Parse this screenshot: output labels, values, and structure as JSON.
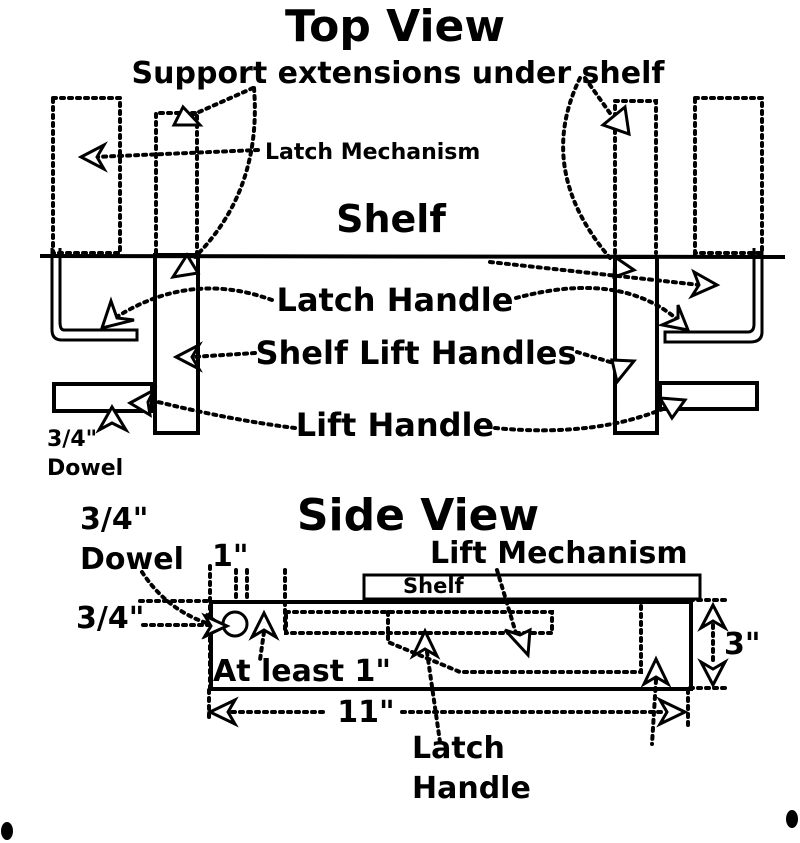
{
  "top_view": {
    "title": "Top View",
    "subtitle": "Support extensions under shelf",
    "latch_mechanism": "Latch Mechanism",
    "shelf": "Shelf",
    "latch_handle": "Latch Handle",
    "shelf_lift_handles": "Shelf Lift Handles",
    "lift_handle": "Lift Handle",
    "dowel_size": "3/4\"",
    "dowel_word": "Dowel"
  },
  "side_view": {
    "title": "Side View",
    "dowel_size": "3/4\"",
    "dowel_word": "Dowel",
    "one_inch": "1\"",
    "lift_mechanism": "Lift Mechanism",
    "shelf": "Shelf",
    "three_quarter": "3/4\"",
    "three_inch": "3\"",
    "at_least": "At least 1\"",
    "eleven_inch": "11\"",
    "latch_word": "Latch",
    "handle_word": "Handle"
  },
  "colors": {
    "ink": "#000000",
    "paper": "#ffffff"
  }
}
